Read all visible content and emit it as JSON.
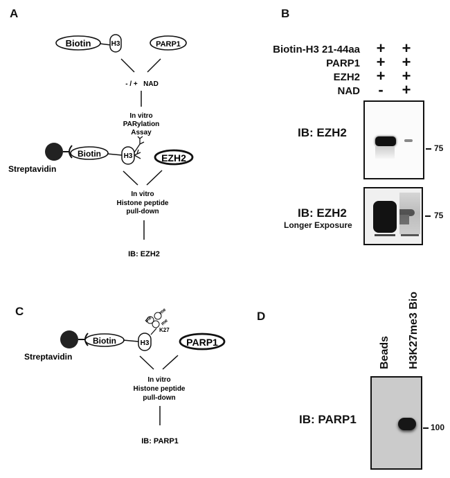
{
  "panels": {
    "A": {
      "label": "A",
      "biotin": "Biotin",
      "h3": "H3",
      "parp1": "PARP1",
      "nad_condition": "- / +",
      "nad": "NAD",
      "step1": [
        "In vitro",
        "PARylation",
        "Assay"
      ],
      "streptavidin": "Streptavidin",
      "biotin2": "Biotin",
      "h3_2": "H3",
      "ezh2": "EZH2",
      "step2": [
        "In vitro",
        "Histone peptide",
        "pull-down"
      ],
      "readout": "IB: EZH2"
    },
    "B": {
      "label": "B",
      "conditions": [
        {
          "name": "Biotin-H3 21-44aa",
          "lane1": "+",
          "lane2": "+"
        },
        {
          "name": "PARP1",
          "lane1": "+",
          "lane2": "+"
        },
        {
          "name": "EZH2",
          "lane1": "+",
          "lane2": "+"
        },
        {
          "name": "NAD",
          "lane1": "-",
          "lane2": "+"
        }
      ],
      "blots": [
        {
          "label": "IB: EZH2",
          "sublabel": "",
          "marker": "75"
        },
        {
          "label": "IB: EZH2",
          "sublabel": "Longer Exposure",
          "marker": "75"
        }
      ]
    },
    "C": {
      "label": "C",
      "streptavidin": "Streptavidin",
      "biotin": "Biotin",
      "h3": "H3",
      "me1": "me",
      "me2": "me",
      "me3": "me",
      "k27": "K27",
      "parp1": "PARP1",
      "step": [
        "In vitro",
        "Histone peptide",
        "pull-down"
      ],
      "readout": "IB: PARP1"
    },
    "D": {
      "label": "D",
      "lanes": [
        "Beads",
        "H3K27me3 Bio"
      ],
      "blot_label": "IB: PARP1",
      "marker": "100"
    }
  }
}
